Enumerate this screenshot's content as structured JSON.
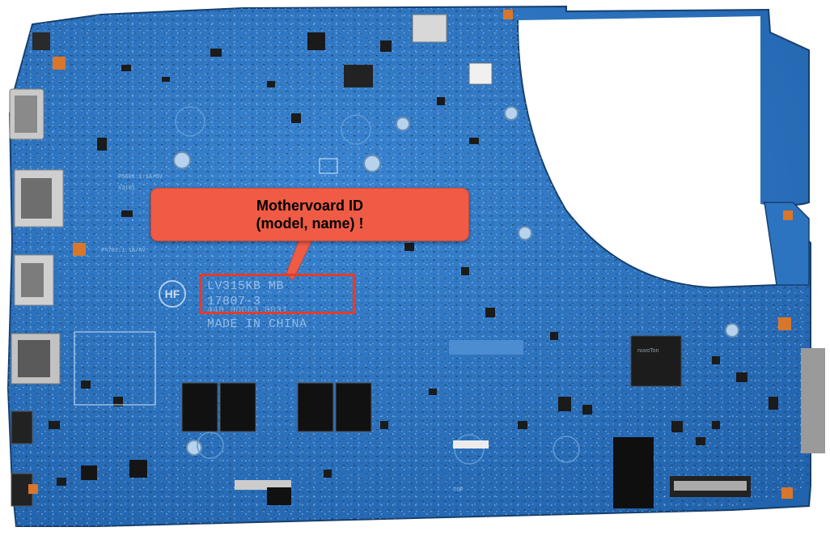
{
  "callout": {
    "line1": "Mothervoard ID",
    "line2": "(model, name) !"
  },
  "board": {
    "model_line1": "LV315KB MB",
    "model_line2": "17807-3",
    "model_line3": "448.0DC03.0031",
    "made_in": "MADE IN CHINA",
    "logo_text": "HF",
    "fuse1": "F5601:1.1A/6V",
    "fuse2": "F5701:1.1A/6V",
    "conn1": "X3101",
    "chip_vendor": "nuvoTon",
    "tag_top": "TOP"
  },
  "colors": {
    "pcb": "#2d74c0",
    "pcb_dark": "#1f5aa0",
    "callout": "#ef5b45",
    "highlight": "#e33c2a"
  }
}
